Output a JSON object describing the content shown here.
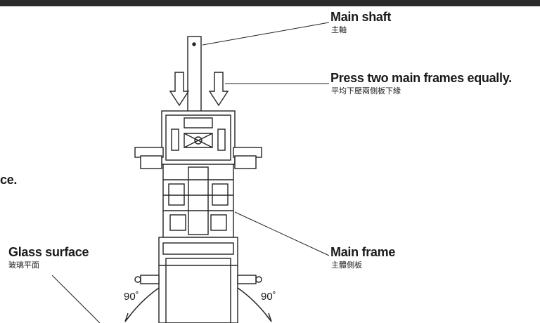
{
  "callouts": {
    "main_shaft": {
      "en": "Main shaft",
      "zh": "主軸"
    },
    "press": {
      "en": "Press two main frames equally.",
      "zh": "平均下壓兩側板下緣"
    },
    "surface": {
      "en": "ce."
    },
    "glass": {
      "en": "Glass surface",
      "zh": "玻璃平面"
    },
    "main_frame": {
      "en": "Main frame",
      "zh": "主體側板"
    }
  },
  "angles": {
    "left": "90˚",
    "right": "90˚"
  }
}
